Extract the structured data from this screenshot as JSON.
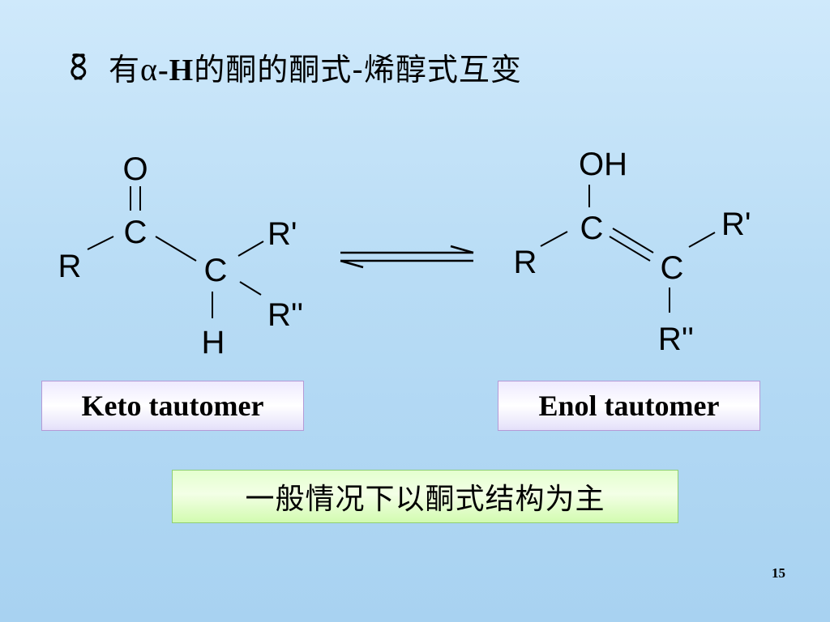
{
  "title": {
    "prefix": "有",
    "alpha": "α",
    "middle": "-H",
    "suffix": "的酮的酮式-烯醇式互变"
  },
  "keto": {
    "atoms": {
      "o": "O",
      "c1": "C",
      "r": "R",
      "c2": "C",
      "r_prime": "R'",
      "r_double_prime": "R''",
      "h": "H"
    },
    "label": "Keto tautomer"
  },
  "enol": {
    "atoms": {
      "oh": "OH",
      "c1": "C",
      "r": "R",
      "c2": "C",
      "r_prime": "R'",
      "r_double_prime": "R''"
    },
    "label": "Enol tautomer"
  },
  "note": "一般情况下以酮式结构为主",
  "page_number": "15",
  "colors": {
    "background": "#b8dcf5",
    "label_box_border": "#b59ad6",
    "note_box": "#d2fbb0"
  },
  "icons": {
    "bullet": "link-bullet-icon",
    "equilibrium": "equilibrium-arrows-icon"
  }
}
